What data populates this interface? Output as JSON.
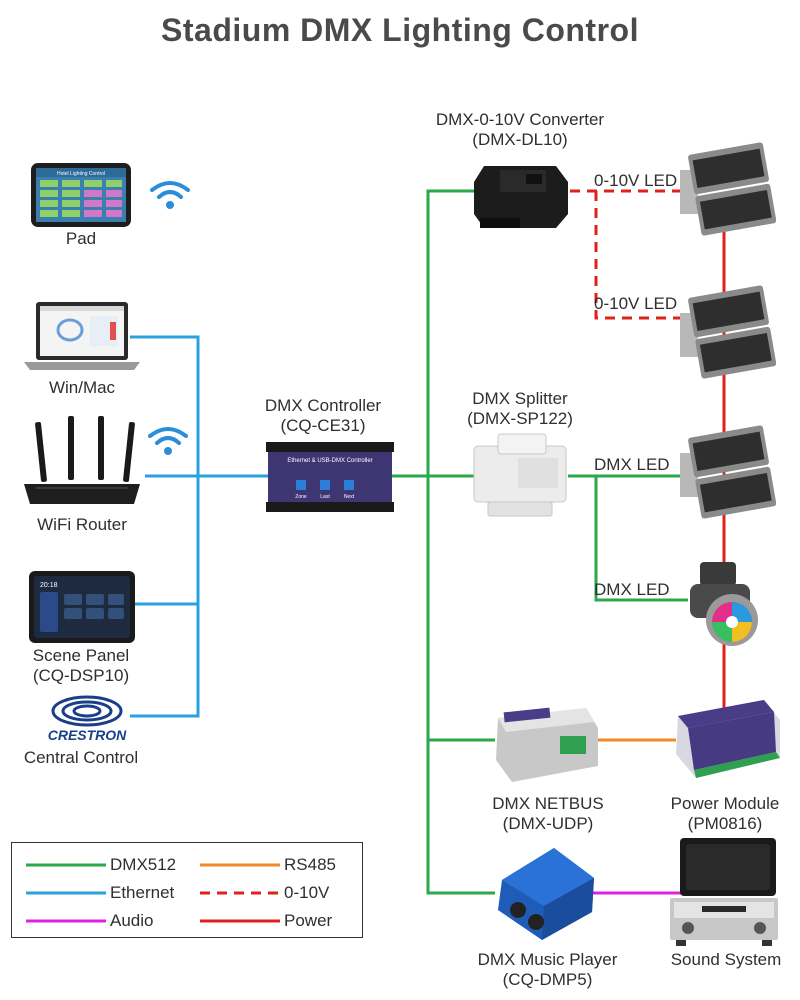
{
  "title": "Stadium DMX Lighting Control",
  "devices": {
    "pad": {
      "label": "Pad",
      "screen_text": "Hotel Lighting Control"
    },
    "winmac": {
      "label": "Win/Mac"
    },
    "router": {
      "label": "WiFi Router"
    },
    "scene_panel": {
      "label_line1": "Scene Panel",
      "label_line2": "(CQ-DSP10)",
      "screen_time": "20:18"
    },
    "crestron": {
      "logo_text": "CRESTRON",
      "label": "Central Control"
    },
    "controller": {
      "label_line1": "DMX Controller",
      "label_line2": "(CQ-CE31)",
      "panel_text": "Ethernet & USB-DMX Controller",
      "btn1": "Zone",
      "btn2": "Last",
      "btn3": "Next"
    },
    "converter": {
      "label_line1": "DMX-0-10V Converter",
      "label_line2": "(DMX-DL10)"
    },
    "splitter": {
      "label_line1": "DMX Splitter",
      "label_line2": "(DMX-SP122)"
    },
    "netbus": {
      "label_line1": "DMX NETBUS",
      "label_line2": "(DMX-UDP)"
    },
    "power_module": {
      "label_line1": "Power Module",
      "label_line2": "(PM0816)"
    },
    "music_player": {
      "label_line1": "DMX Music Player",
      "label_line2": "(CQ-DMP5)"
    },
    "sound_system": {
      "label": "Sound System"
    }
  },
  "led_labels": [
    "0-10V LED",
    "0-10V LED",
    "DMX LED",
    "DMX LED"
  ],
  "legend": [
    {
      "name": "DMX512",
      "color": "#2aa84a",
      "style": "solid"
    },
    {
      "name": "RS485",
      "color": "#f08a2a",
      "style": "solid"
    },
    {
      "name": "Ethernet",
      "color": "#2aa0e0",
      "style": "solid"
    },
    {
      "name": "0-10V",
      "color": "#e0201a",
      "style": "dashed"
    },
    {
      "name": "Audio",
      "color": "#e020e0",
      "style": "solid"
    },
    {
      "name": "Power",
      "color": "#e0201a",
      "style": "solid"
    }
  ],
  "colors": {
    "dmx512": "#2aa84a",
    "rs485": "#f08a2a",
    "ethernet": "#2aa0e0",
    "v010": "#e0201a",
    "audio": "#e020e0",
    "power": "#e0201a"
  }
}
